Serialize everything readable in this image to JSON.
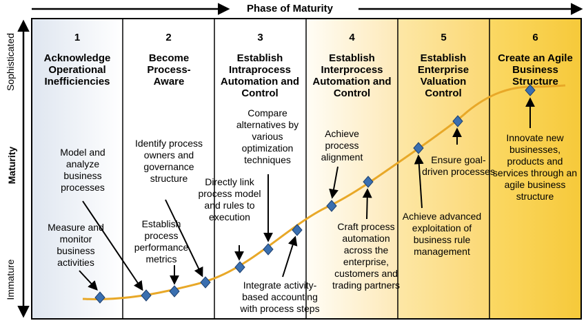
{
  "axis": {
    "top_title": "Phase of Maturity",
    "y_high": "Sophisticated",
    "y_mid": "Maturity",
    "y_low": "Immature"
  },
  "phases": [
    {
      "num": "1",
      "title": "Acknowledge Operational Inefficiencies"
    },
    {
      "num": "2",
      "title": "Become Process-Aware"
    },
    {
      "num": "3",
      "title": "Establish Intraprocess Automation and Control"
    },
    {
      "num": "4",
      "title": "Establish Interprocess Automation and Control"
    },
    {
      "num": "5",
      "title": "Establish Enterprise Valuation Control"
    },
    {
      "num": "6",
      "title": "Create an Agile Business Structure"
    }
  ],
  "activities": {
    "measure": "Measure and monitor business activities",
    "model": "Model and analyze business processes",
    "identify": "Identify process owners and governance structure",
    "establish_metrics": "Establish process performance metrics",
    "direct_link": "Directly link process model and rules to execution",
    "compare": "Compare alternatives by various optimization techniques",
    "integrate": "Integrate activity-based accounting with process steps",
    "alignment": "Achieve process alignment",
    "craft": "Craft process automation across the enterprise, customers and trading partners",
    "exploitation": "Achieve advanced exploitation of business rule management",
    "goal_driven": "Ensure goal-driven processes",
    "innovate": "Innovate new businesses, products and services through an agile business structure"
  },
  "colors": {
    "curve": "#e8a828",
    "marker": "#3a6fb0",
    "phase_fills": [
      "#e8edf5",
      "#ffffff",
      "#ffffff",
      "#fff7e6",
      "#fde8a8",
      "#f9d24a"
    ]
  }
}
